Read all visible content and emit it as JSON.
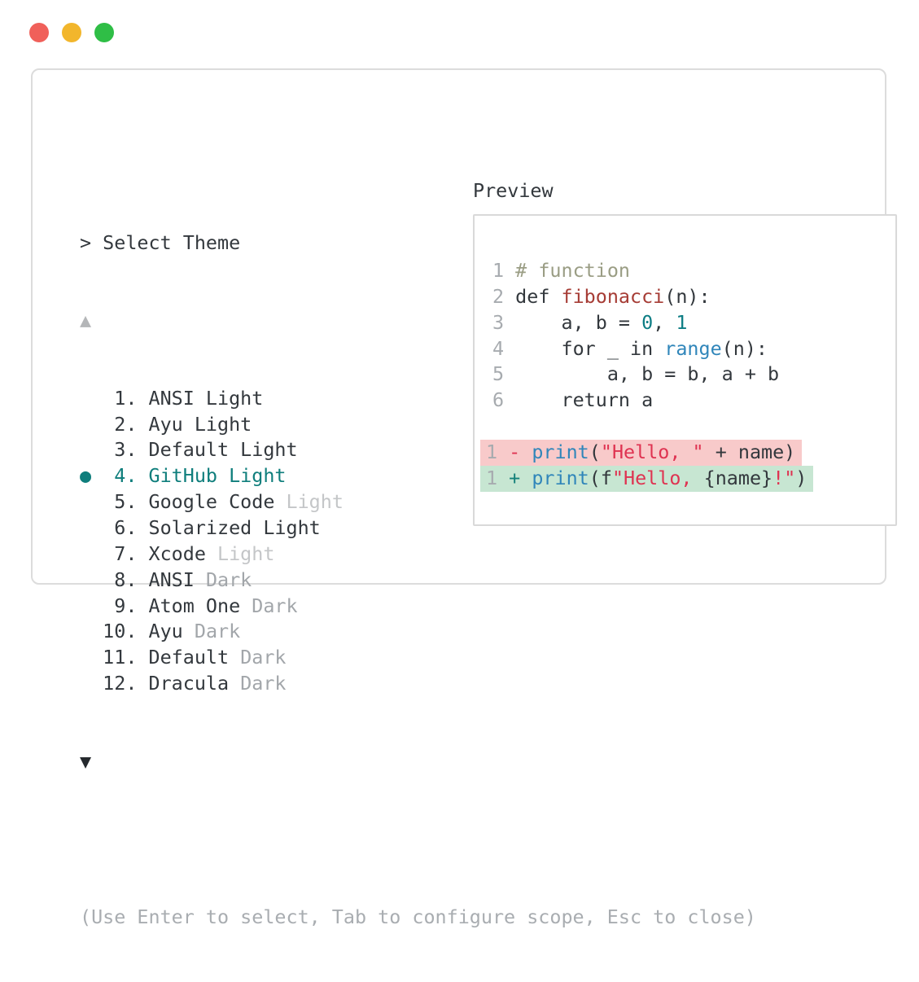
{
  "window": {
    "traffic_lights": [
      {
        "name": "close-button",
        "color": "#f0605a"
      },
      {
        "name": "minimize-button",
        "color": "#f2b62c"
      },
      {
        "name": "maximize-button",
        "color": "#2fbe46"
      }
    ]
  },
  "theme_picker": {
    "prompt_symbol": "> ",
    "title": "Select Theme",
    "scroll_up_icon": "▲",
    "scroll_down_icon": "▼",
    "selected_bullet": "●",
    "items": [
      {
        "num": "1",
        "selected": false,
        "segments": [
          {
            "t": "ANSI Light",
            "c": "dark"
          }
        ]
      },
      {
        "num": "2",
        "selected": false,
        "segments": [
          {
            "t": "Ayu Light",
            "c": "dark"
          }
        ]
      },
      {
        "num": "3",
        "selected": false,
        "segments": [
          {
            "t": "Default Light",
            "c": "dark"
          }
        ]
      },
      {
        "num": "4",
        "selected": true,
        "segments": [
          {
            "t": "GitHub Light",
            "c": "teal"
          }
        ]
      },
      {
        "num": "5",
        "selected": false,
        "segments": [
          {
            "t": "Google Code ",
            "c": "dark"
          },
          {
            "t": "Light",
            "c": "light_gray"
          }
        ]
      },
      {
        "num": "6",
        "selected": false,
        "segments": [
          {
            "t": "Solarized Light",
            "c": "dark"
          }
        ]
      },
      {
        "num": "7",
        "selected": false,
        "segments": [
          {
            "t": "Xcode ",
            "c": "dark"
          },
          {
            "t": "Light",
            "c": "light_gray"
          }
        ]
      },
      {
        "num": "8",
        "selected": false,
        "segments": [
          {
            "t": "ANSI ",
            "c": "dark"
          },
          {
            "t": "Dark",
            "c": "gray"
          }
        ]
      },
      {
        "num": "9",
        "selected": false,
        "segments": [
          {
            "t": "Atom One ",
            "c": "dark"
          },
          {
            "t": "Dark",
            "c": "gray"
          }
        ]
      },
      {
        "num": "10",
        "selected": false,
        "segments": [
          {
            "t": "Ayu ",
            "c": "dark"
          },
          {
            "t": "Dark",
            "c": "gray"
          }
        ]
      },
      {
        "num": "11",
        "selected": false,
        "segments": [
          {
            "t": "Default ",
            "c": "dark"
          },
          {
            "t": "Dark",
            "c": "gray"
          }
        ]
      },
      {
        "num": "12",
        "selected": false,
        "segments": [
          {
            "t": "Dracula ",
            "c": "dark"
          },
          {
            "t": "Dark",
            "c": "gray"
          }
        ]
      }
    ],
    "footer": "(Use Enter to select, Tab to configure scope, Esc to close)"
  },
  "preview": {
    "label": "Preview",
    "code_lines": [
      {
        "num": "1",
        "segments": [
          {
            "t": "# function",
            "c": "comment"
          }
        ]
      },
      {
        "num": "2",
        "segments": [
          {
            "t": "def ",
            "c": "dark"
          },
          {
            "t": "fibonacci",
            "c": "func_red"
          },
          {
            "t": "(n):",
            "c": "dark"
          }
        ]
      },
      {
        "num": "3",
        "segments": [
          {
            "t": "    a, b = ",
            "c": "dark"
          },
          {
            "t": "0",
            "c": "num_teal"
          },
          {
            "t": ", ",
            "c": "dark"
          },
          {
            "t": "1",
            "c": "num_teal"
          }
        ]
      },
      {
        "num": "4",
        "segments": [
          {
            "t": "    for _ in ",
            "c": "dark"
          },
          {
            "t": "range",
            "c": "blue"
          },
          {
            "t": "(n):",
            "c": "dark"
          }
        ]
      },
      {
        "num": "5",
        "segments": [
          {
            "t": "        a, b = b, a + b",
            "c": "dark"
          }
        ]
      },
      {
        "num": "6",
        "segments": [
          {
            "t": "    return a",
            "c": "dark"
          }
        ]
      }
    ],
    "diff_lines": [
      {
        "num": "1",
        "kind": "removed",
        "sign": {
          "t": "- ",
          "c": "crimson"
        },
        "segments": [
          {
            "t": "print",
            "c": "blue"
          },
          {
            "t": "(",
            "c": "dark"
          },
          {
            "t": "\"Hello, \"",
            "c": "crimson"
          },
          {
            "t": " + name)",
            "c": "dark"
          }
        ]
      },
      {
        "num": "1",
        "kind": "added",
        "sign": {
          "t": "+ ",
          "c": "plus_teal"
        },
        "segments": [
          {
            "t": "print",
            "c": "blue"
          },
          {
            "t": "(f",
            "c": "dark"
          },
          {
            "t": "\"Hello, ",
            "c": "crimson"
          },
          {
            "t": "{name}",
            "c": "dark"
          },
          {
            "t": "!\"",
            "c": "crimson"
          },
          {
            "t": ")",
            "c": "dark"
          }
        ]
      }
    ]
  },
  "colors": {
    "dark": "#33383d",
    "gray": "#a2a6aa",
    "light_gray": "#c4c6c8",
    "teal": "#0f7e7c",
    "comment": "#9a9d84",
    "func_red": "#a63c35",
    "num_teal": "#0d7d84",
    "blue": "#3086ba",
    "crimson": "#df3351",
    "plus_teal": "#15817a",
    "line_number": "#a7abaf",
    "footer_gray": "#a9adb1",
    "arrow_up": "#b4b6b8",
    "arrow_down": "#25292d",
    "diff_removed_bg": "#f8caca",
    "diff_added_bg": "#c7e6d2"
  }
}
